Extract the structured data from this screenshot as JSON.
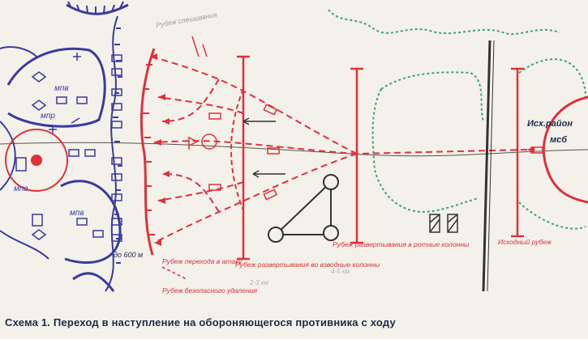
{
  "caption": "Схема 1. Переход в наступление на обороняющегося противника с ходу",
  "enemy_labels": {
    "mpv_top": "мпв",
    "mpr": "мпр",
    "mpv_left": "мпв",
    "mpv_bottom": "мпв"
  },
  "lines": {
    "close_combat": "Рубеж спешивания",
    "assault": "Рубеж перехода в атаку",
    "safe_distance": "Рубеж безопасного удаления",
    "platoon_deploy": "Рубеж развертывания во взводные колонны",
    "company_deploy": "Рубеж развертывания в ротные колонны",
    "start_line": "Исходный рубеж"
  },
  "start_area": "Исх.район",
  "unit": "мсб",
  "distance": "до 600 м",
  "faded_marks": [
    "2-3 км",
    "4-5 км"
  ],
  "colors": {
    "enemy": "#3a3aa0",
    "own": "#e0303a",
    "forest": "#3aa07a",
    "ink": "#1e2a4a"
  }
}
